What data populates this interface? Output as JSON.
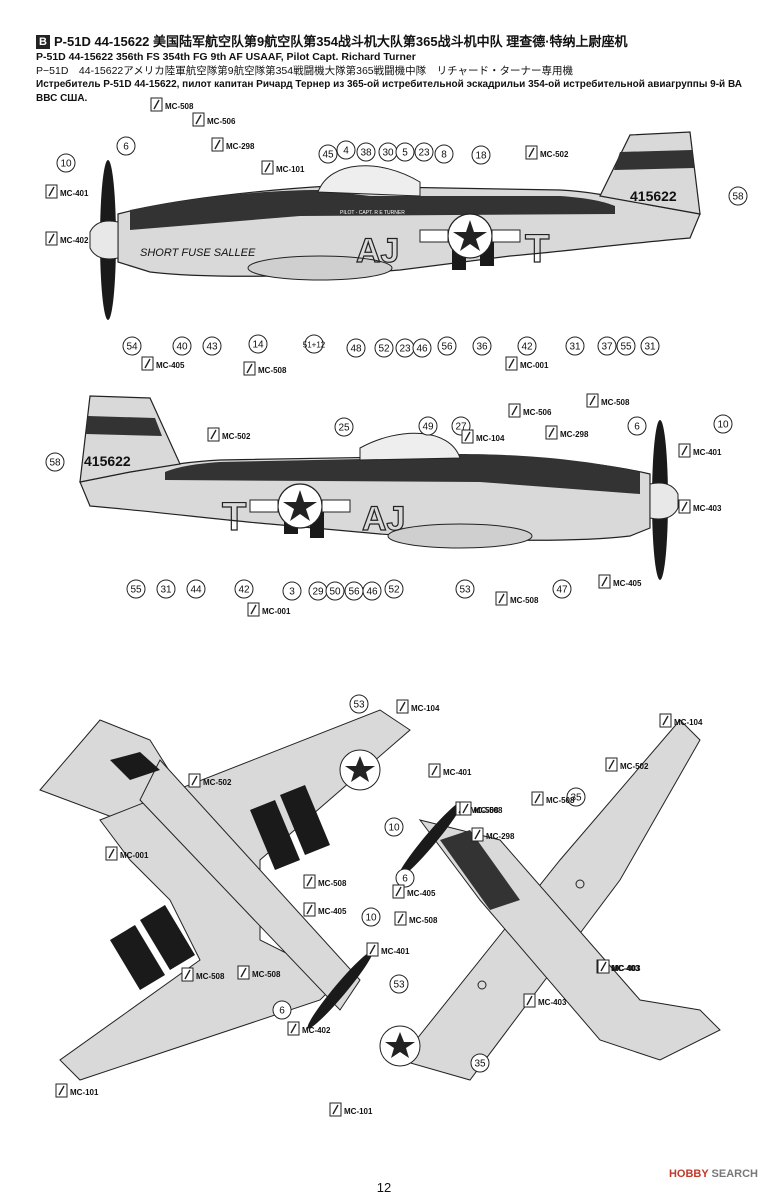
{
  "header": {
    "badge": "B",
    "line1": "P-51D 44-15622 美国陆军航空队第9航空队第354战斗机大队第365战斗机中队 理查德·特纳上尉座机",
    "line2": "P-51D 44-15622 356th FS 354th FG 9th AF USAAF, Pilot Capt. Richard Turner",
    "line3": "P−51D　44-15622アメリカ陸軍航空隊第9航空隊第354戦闘機大隊第365戦闘機中隊　リチャード・ターナー専用機",
    "line4": "Истребитель P-51D 44-15622, пилот капитан Ричард Тернер из 365-ой истребительной эскадрильи 354-ой истребительной авиагруппы 9-й ВА ВВС США."
  },
  "aircraft": {
    "serial": "415622",
    "nose_art": "SHORT FUSE SALLEE",
    "pilot_name": "PILOT - CAPT. R E TURNER",
    "code_left": "AJ",
    "code_right": "T"
  },
  "colors": {
    "silver": "#d9d9d9",
    "olive_drab": "#333333",
    "stripe_dark": "#1a1a1a",
    "outline": "#222222",
    "accent_red": "#c0392b"
  },
  "callouts": {
    "left_profile": [
      {
        "label": "10"
      },
      {
        "label": "6"
      },
      {
        "label": "45"
      },
      {
        "label": "4"
      },
      {
        "label": "38"
      },
      {
        "label": "30"
      },
      {
        "label": "5"
      },
      {
        "label": "23"
      },
      {
        "label": "8"
      },
      {
        "label": "18"
      },
      {
        "label": "58"
      },
      {
        "label": "54"
      },
      {
        "label": "40"
      },
      {
        "label": "43"
      },
      {
        "label": "14"
      },
      {
        "label": "51+12"
      },
      {
        "label": "48"
      },
      {
        "label": "52"
      },
      {
        "label": "23"
      },
      {
        "label": "46"
      },
      {
        "label": "56"
      },
      {
        "label": "36"
      },
      {
        "label": "42"
      },
      {
        "label": "31"
      },
      {
        "label": "37"
      },
      {
        "label": "55"
      },
      {
        "label": "31"
      }
    ],
    "right_profile": [
      {
        "label": "58"
      },
      {
        "label": "25"
      },
      {
        "label": "49"
      },
      {
        "label": "27"
      },
      {
        "label": "10"
      },
      {
        "label": "6"
      },
      {
        "label": "55"
      },
      {
        "label": "31"
      },
      {
        "label": "44"
      },
      {
        "label": "42"
      },
      {
        "label": "3"
      },
      {
        "label": "29"
      },
      {
        "label": "50"
      },
      {
        "label": "56"
      },
      {
        "label": "46"
      },
      {
        "label": "52"
      },
      {
        "label": "53"
      },
      {
        "label": "47"
      }
    ],
    "top_view": [
      {
        "label": "53"
      },
      {
        "label": "10"
      },
      {
        "label": "6"
      }
    ],
    "bottom_view": [
      {
        "label": "35"
      },
      {
        "label": "10"
      },
      {
        "label": "6"
      },
      {
        "label": "53"
      },
      {
        "label": "35"
      }
    ]
  },
  "paint_tags": {
    "left_profile": [
      "MC-508",
      "MC-506",
      "MC-298",
      "MC-101",
      "MC-502",
      "MC-401",
      "MC-402",
      "MC-405",
      "MC-508",
      "MC-001"
    ],
    "right_profile": [
      "MC-508",
      "MC-506",
      "MC-298",
      "MC-104",
      "MC-502",
      "MC-401",
      "MC-403",
      "MC-405",
      "MC-508",
      "MC-001"
    ],
    "top_view": [
      "MC-104",
      "MC-502",
      "MC-001",
      "MC-508",
      "MC-405",
      "MC-508",
      "MC-508",
      "MC-402",
      "MC-101"
    ],
    "bottom_view": [
      "MC-104",
      "MC-502",
      "MC-401",
      "MC-403",
      "MC-508",
      "MC-508",
      "MC-298",
      "MC-405",
      "MC-508",
      "MC-401",
      "MC-403",
      "MC-403",
      "MC-101",
      "MC-508"
    ]
  },
  "footer": {
    "page": "12",
    "watermark_brand": "HOBBY",
    "watermark_rest": " SEARCH"
  }
}
